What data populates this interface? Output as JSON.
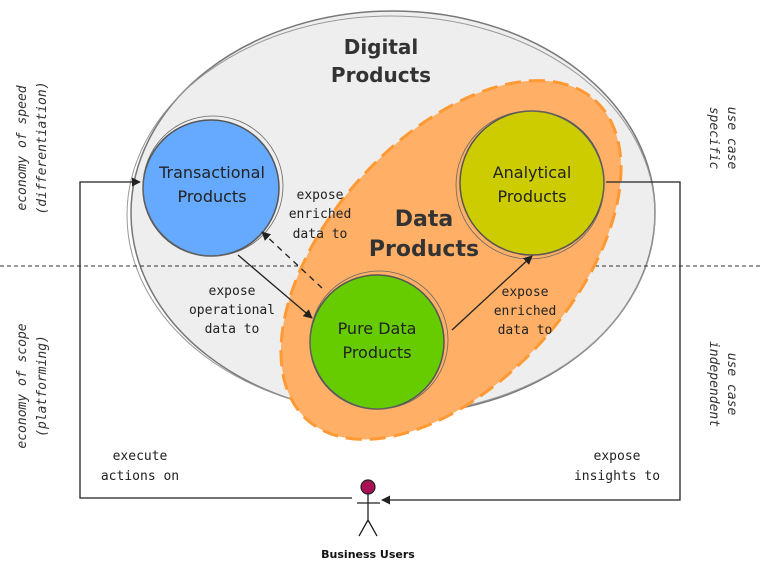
{
  "titles": {
    "digital_line1": "Digital",
    "digital_line2": "Products",
    "data_line1": "Data",
    "data_line2": "Products"
  },
  "nodes": {
    "transactional": {
      "line1": "Transactional",
      "line2": "Products",
      "color": "#66aaff"
    },
    "analytical": {
      "line1": "Analytical",
      "line2": "Products",
      "color": "#cccc00"
    },
    "pure": {
      "line1": "Pure Data",
      "line2": "Products",
      "color": "#66cc00"
    }
  },
  "edges": {
    "expose_enriched_top": [
      "expose",
      "enriched",
      "data to"
    ],
    "expose_operational": [
      "expose",
      "operational",
      "data to"
    ],
    "expose_enriched_right": [
      "expose",
      "enriched",
      "data to"
    ],
    "execute_actions": [
      "execute",
      "actions on"
    ],
    "expose_insights": [
      "expose",
      "insights to"
    ]
  },
  "side_labels": {
    "left_top": [
      "economy of speed",
      "(differentiation)"
    ],
    "left_bottom": [
      "economy of scope",
      "(platforming)"
    ],
    "right_top": [
      "use case",
      "specific"
    ],
    "right_bottom": [
      "use case",
      "independent"
    ]
  },
  "actor": {
    "label": "Business Users",
    "head_color": "#aa1155"
  },
  "colors": {
    "outer_ellipse": "#eeeeee",
    "data_products_fill": "#ffb066",
    "data_products_stroke": "#ff9933"
  }
}
